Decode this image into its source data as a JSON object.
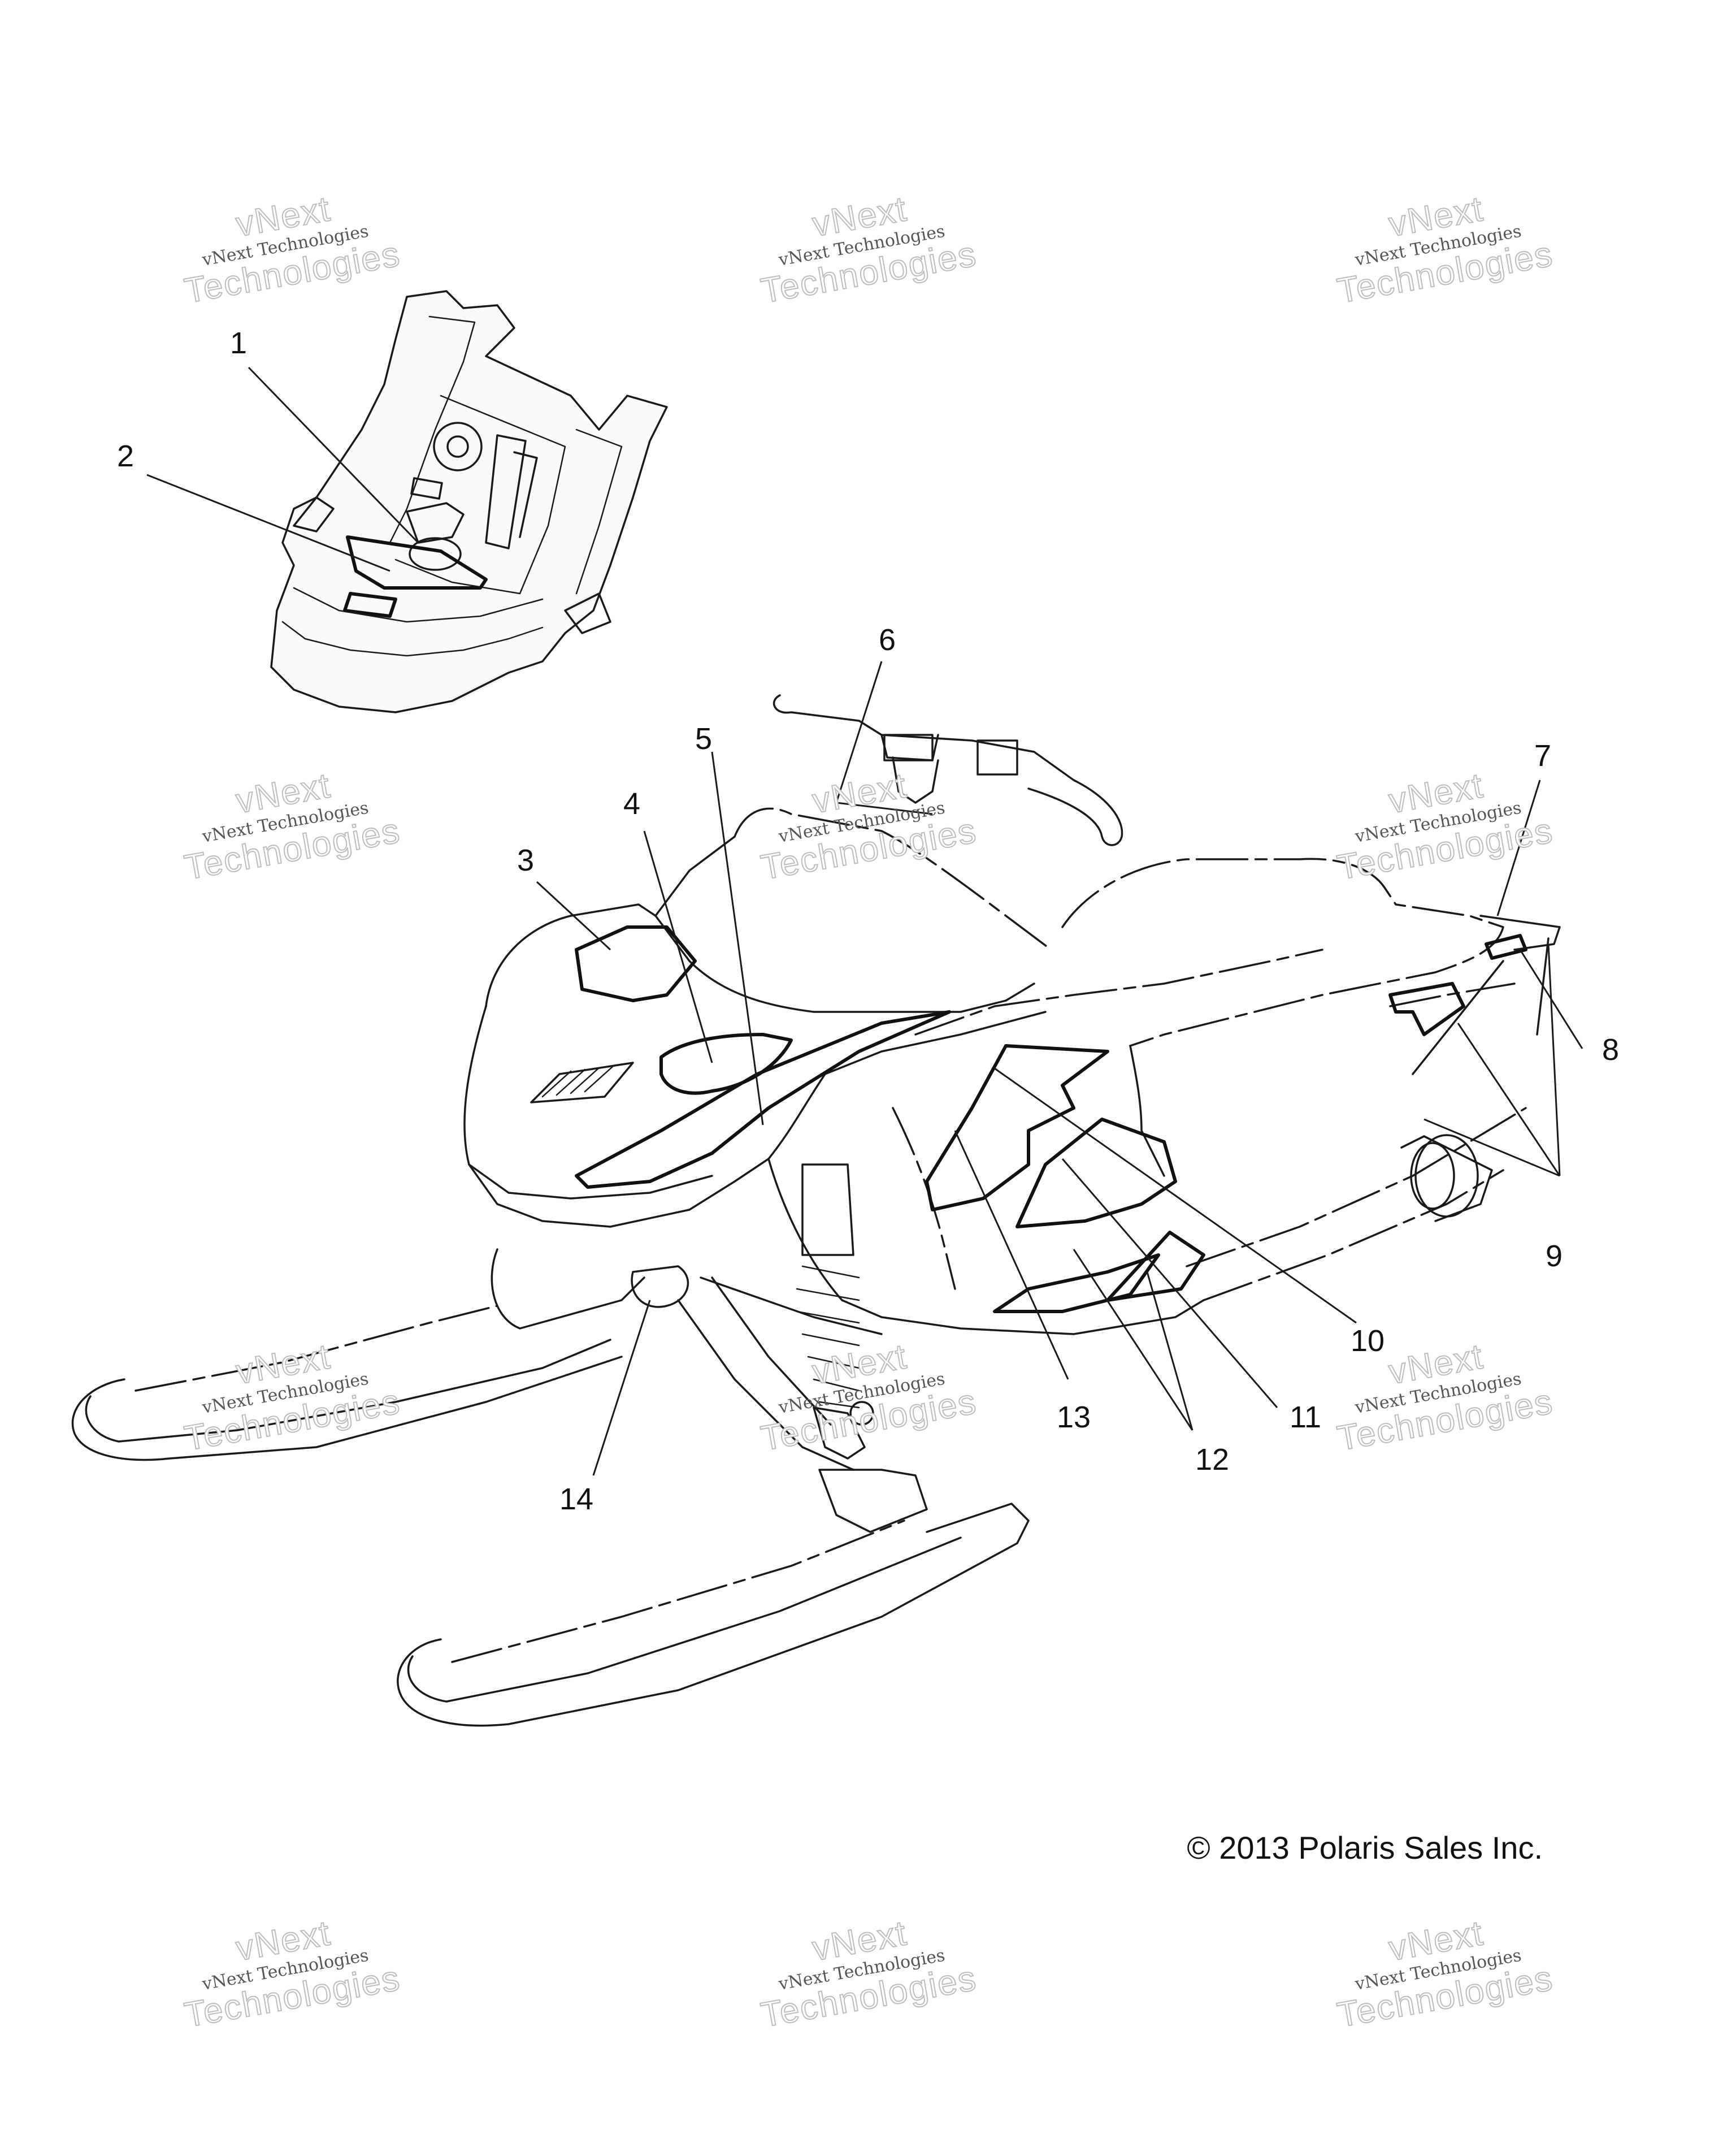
{
  "callouts": {
    "c1": "1",
    "c2": "2",
    "c3": "3",
    "c4": "4",
    "c5": "5",
    "c6": "6",
    "c7": "7",
    "c8": "8",
    "c9": "9",
    "c10": "10",
    "c11": "11",
    "c12": "12",
    "c13": "13",
    "c14": "14"
  },
  "copyright": "© 2013 Polaris Sales Inc.",
  "watermark": {
    "line1": "vNext",
    "line2": "vNext Technologies",
    "line3": "Technologies"
  }
}
